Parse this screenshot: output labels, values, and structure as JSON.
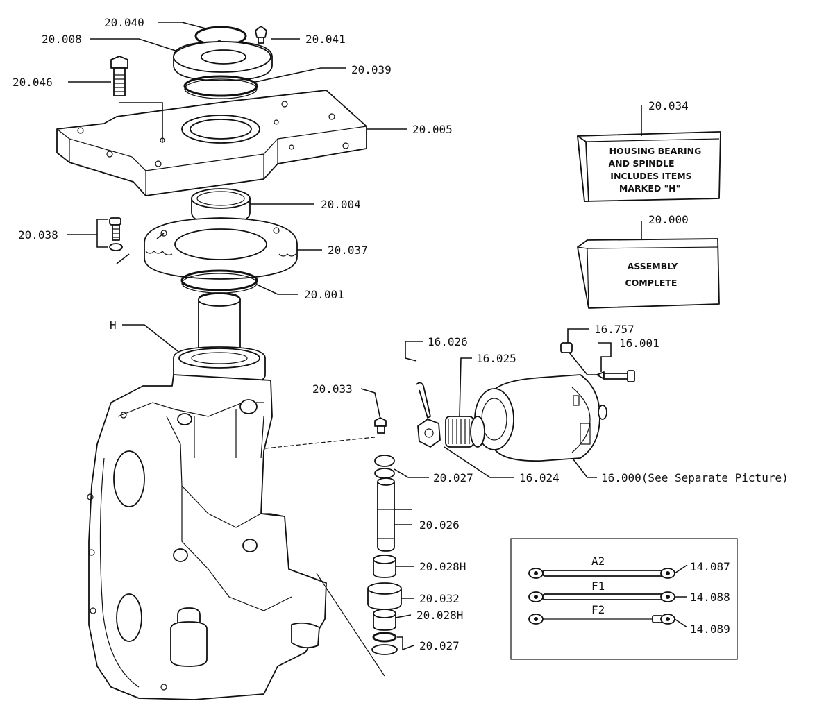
{
  "parts": {
    "p20_040": "20.040",
    "p20_008": "20.008",
    "p20_041": "20.041",
    "p20_046": "20.046",
    "p20_039": "20.039",
    "p20_005": "20.005",
    "p20_004": "20.004",
    "p20_038": "20.038",
    "p20_037": "20.037",
    "p20_001": "20.001",
    "pH": "H",
    "p20_033": "20.033",
    "p16_026": "16.026",
    "p16_025": "16.025",
    "p16_757": "16.757",
    "p16_001": "16.001",
    "p20_027a": "20.027",
    "p16_024": "16.024",
    "p16_000": "16.000(See Separate Picture)",
    "p20_026": "20.026",
    "p20_028Ha": "20.028H",
    "p20_032": "20.032",
    "p20_028Hb": "20.028H",
    "p20_027b": "20.027",
    "p20_034": "20.034",
    "p20_000": "20.000",
    "p14_087": "14.087",
    "p14_088": "14.088",
    "p14_089": "14.089"
  },
  "boxes": {
    "housing": [
      "HOUSING BEARING",
      "AND SPINDLE",
      "INCLUDES ITEMS",
      "MARKED \"H\""
    ],
    "assembly": [
      "ASSEMBLY",
      "COMPLETE"
    ]
  },
  "straps": {
    "a2": "A2",
    "f1": "F1",
    "f2": "F2"
  }
}
